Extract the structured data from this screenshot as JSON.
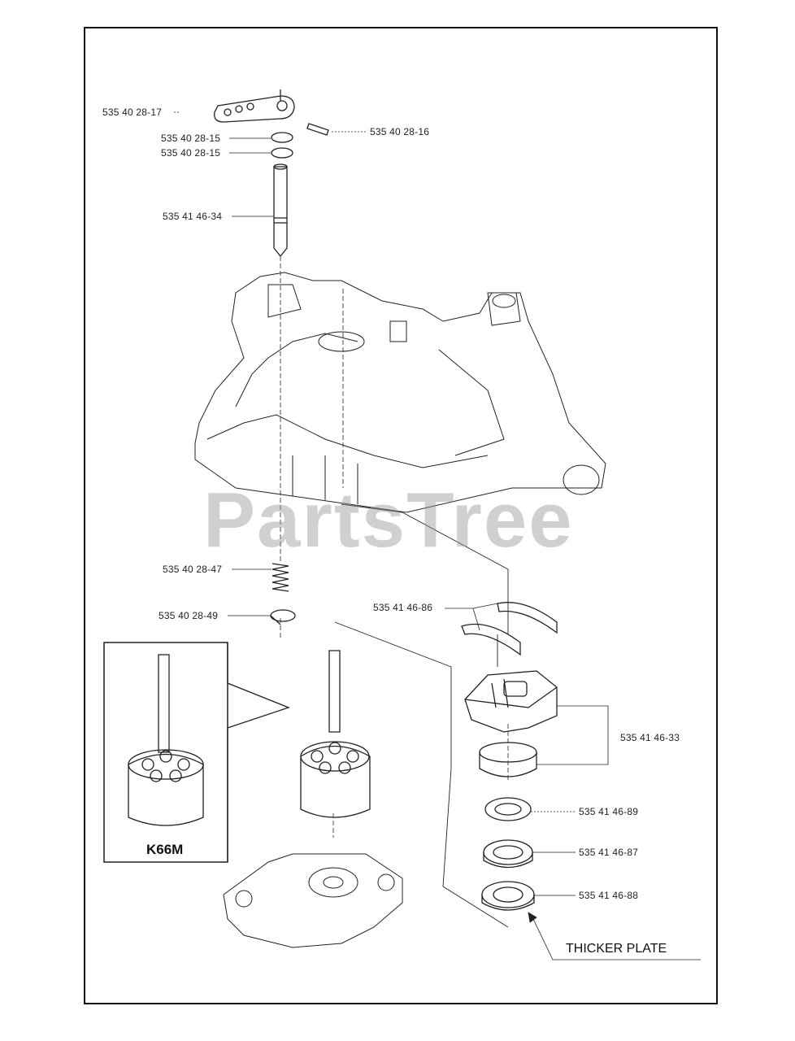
{
  "labels": {
    "p17": "535 40 28-17",
    "p16": "535 40 28-16",
    "p15a": "535 40 28-15",
    "p15b": "535 40 28-15",
    "p34": "535 41 46-34",
    "p47": "535 40 28-47",
    "p49": "535 40 28-49",
    "p86": "535 41 46-86",
    "p33": "535 41 46-33",
    "p89": "535 41 46-89",
    "p87": "535 41 46-87",
    "p88": "535 41 46-88"
  },
  "inset_label": "K66M",
  "callout": "THICKER PLATE",
  "watermark": "PartsTree"
}
